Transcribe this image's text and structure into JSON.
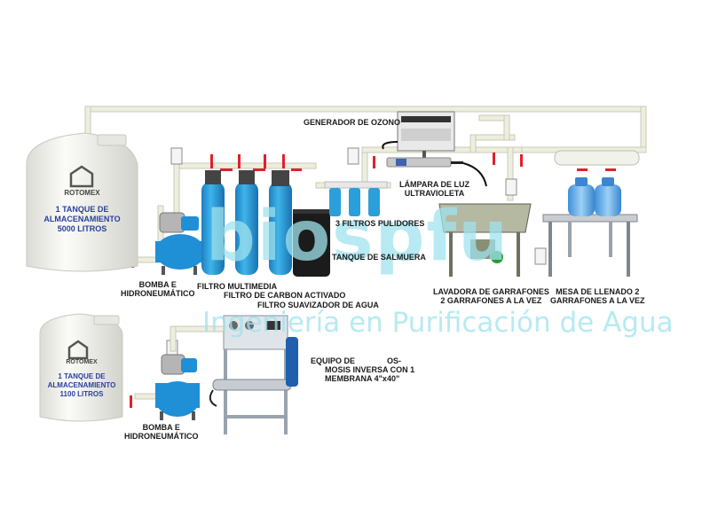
{
  "watermark": {
    "brand": "biospfu",
    "subtitle": "Ingeniería en Purificación de Agua"
  },
  "tanks": {
    "large": {
      "brand": "ROTOMEX",
      "line1": "1 TANQUE DE",
      "line2": "ALMACENAMIENTO",
      "line3": "5000 LITROS"
    },
    "small": {
      "brand": "ROTOMEX",
      "line1": "1 TANQUE DE",
      "line2": "ALMACENAMIENTO",
      "line3": "1100 LITROS"
    }
  },
  "labels": {
    "ozone": "GENERADOR DE OZONO",
    "uv_line1": "LÁMPARA DE LUZ",
    "uv_line2": "ULTRAVIOLETA",
    "polish": "3 FILTROS PULIDORES",
    "brine": "TANQUE DE SALMUERA",
    "pump1_line1": "BOMBA E",
    "pump1_line2": "HIDRONEUMÁTICO",
    "multimedia": "FILTRO MULTIMEDIA",
    "carbon": "FILTRO DE CARBON ACTIVADO",
    "softener": "FILTRO SUAVIZADOR DE AGUA",
    "washer_line1": "LAVADORA DE GARRAFONES",
    "washer_line2": "2 GARRAFONES A LA VEZ",
    "table_line1": "MESA DE LLENADO 2",
    "table_line2": "GARRAFONES A LA VEZ",
    "ro_line1a": "EQUIPO DE",
    "ro_line1b": "OS-",
    "ro_line2": "MOSIS INVERSA CON 1",
    "ro_line3": "MEMBRANA 4\"x40\"",
    "pump2_line1": "BOMBA E",
    "pump2_line2": "HIDRONEUMÁTICO"
  },
  "colors": {
    "pipe": "#eeeede",
    "pipe_edge": "#c9c9b8",
    "valve": "#e0212b",
    "filter_blue": "#2b9fd9",
    "pump_blue": "#1f8fd6",
    "tank": "#f3f3ef",
    "brine": "#1b1b1b",
    "frame": "#9aa3ad"
  }
}
